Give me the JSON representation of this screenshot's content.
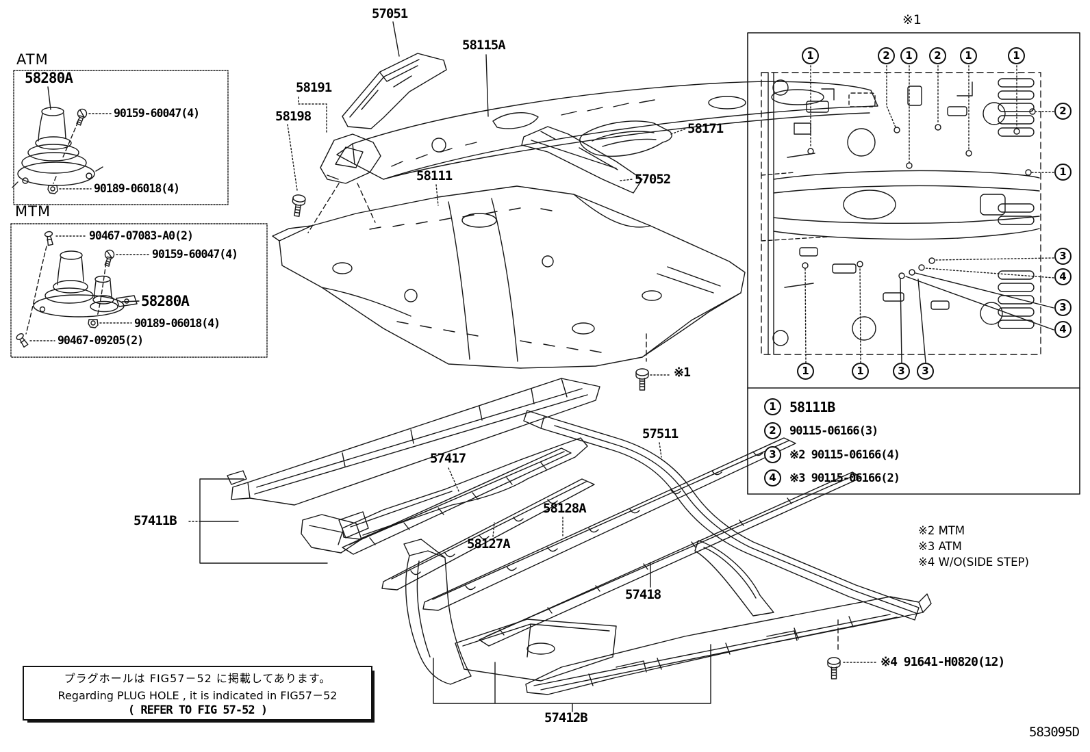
{
  "page": {
    "diagram_code": "583095D"
  },
  "atm": {
    "title": "ATM",
    "part": "58280A",
    "screw": "90159-60047(4)",
    "nut": "90189-06018(4)"
  },
  "mtm": {
    "title": "MTM",
    "clip_top": "90467-07083-A0(2)",
    "screw": "90159-60047(4)",
    "part": "58280A",
    "nut": "90189-06018(4)",
    "clip_bottom": "90467-09205(2)"
  },
  "labels": {
    "p57051": "57051",
    "p58115A": "58115A",
    "p58191": "58191",
    "p58198": "58198",
    "p58171": "58171",
    "p57052": "57052",
    "p58111": "58111",
    "p57511": "57511",
    "p57417": "57417",
    "p58128A": "58128A",
    "p58127A": "58127A",
    "p57418": "57418",
    "p57411B": "57411B",
    "p57412B": "57412B"
  },
  "callout_notes": {
    "center_bolt": "※1",
    "bottom_bolt": "※4 91641-H0820(12)"
  },
  "inset": {
    "title_note": "※1",
    "callouts_top": [
      "1",
      "2",
      "1",
      "2",
      "1",
      "1"
    ],
    "callouts_right": [
      "2",
      "1",
      "3",
      "4",
      "3",
      "4"
    ],
    "callouts_bottom": [
      "1",
      "1",
      "3",
      "3"
    ],
    "legend": [
      {
        "num": "1",
        "text": "58111B"
      },
      {
        "num": "2",
        "text": "90115-06166(3)"
      },
      {
        "num": "3",
        "text": "※2 90115-06166(4)"
      },
      {
        "num": "4",
        "text": "※3 90115-06166(2)"
      }
    ]
  },
  "footnotes": [
    "※2 MTM",
    "※3 ATM",
    "※4 W/O(SIDE STEP)"
  ],
  "note_box": {
    "line_jp": "プラグホールは FIG57－52 に掲載してあります。",
    "line_en": "Regarding  PLUG  HOLE , it  is  indicated  in  FIG57－52",
    "line_ref": "(   REFER TO FIG 57-52        )"
  }
}
